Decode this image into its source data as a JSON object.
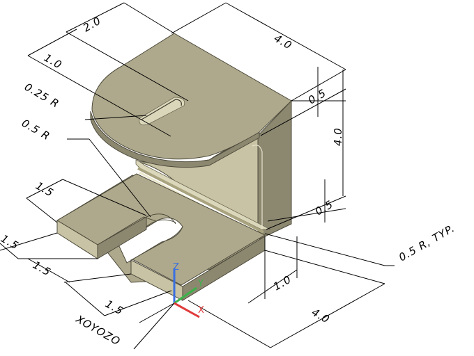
{
  "dimensions": {
    "top_width": "2.0",
    "slot_offset": "1.0",
    "hole_radius": "0.25 R",
    "arc_radius": "0.5 R",
    "overall_depth": "4.0",
    "upper_thickness": "0.5",
    "height": "4.0",
    "lower_thickness": "0.5",
    "fillet_radius": "0.5 R, TYP.",
    "base_offset": "1.0",
    "tab_width_1": "1.5",
    "tab_width_2": "1.5",
    "tab_width_3": "1.5",
    "tab_width_4": "1.5",
    "base_length": "4.0"
  },
  "ucs": {
    "label": "XOYOZO",
    "x_axis": "X",
    "y_axis": "Y",
    "z_axis": "Z",
    "x_color": "#e03a3a",
    "y_color": "#3bb34a",
    "z_color": "#3a6fe0"
  },
  "colors": {
    "model_top": "#aea98c",
    "model_side": "#8c8870",
    "model_edge": "#4d4a3b",
    "background": "#ffffff"
  }
}
